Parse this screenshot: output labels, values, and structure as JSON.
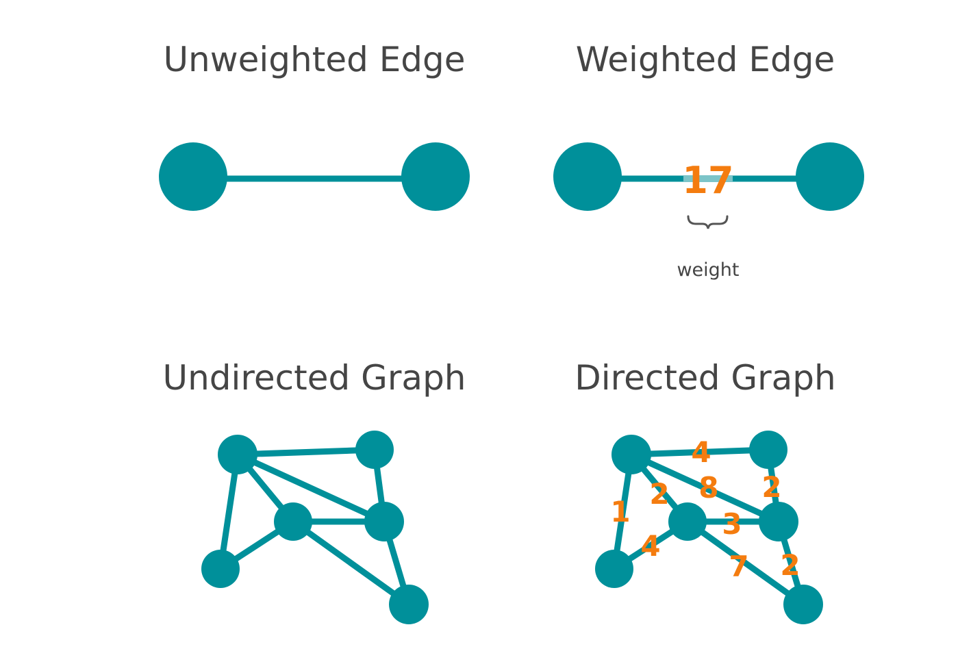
{
  "titles": {
    "unweighted": "Unweighted Edge",
    "weighted": "Weighted Edge",
    "undirected": "Undirected Graph",
    "directed": "Directed Graph"
  },
  "weighted_edge": {
    "weight_value": "17",
    "caption": "weight"
  },
  "directed_graph": {
    "edge_weights": [
      "4",
      "8",
      "2",
      "2",
      "1",
      "3",
      "4",
      "7",
      "2"
    ]
  },
  "colors": {
    "node": "#00909a",
    "edge": "#00909a",
    "weight": "#f47c0f",
    "title": "#454545"
  }
}
